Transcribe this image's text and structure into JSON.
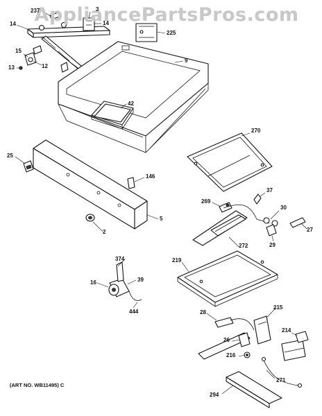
{
  "watermark": "AppliancePartsPros.com",
  "art_number": "(ART NO. WB11495) C",
  "callouts": {
    "c237": "237",
    "c3": "3",
    "c14a": "14",
    "c14b": "14",
    "c225": "225",
    "c15": "15",
    "c13": "13",
    "c12": "12",
    "c9": "9",
    "c42": "42",
    "c270": "270",
    "c25": "25",
    "c146": "146",
    "c37": "37",
    "c269": "269",
    "c30": "30",
    "c5": "5",
    "c2": "2",
    "c27": "27",
    "c29": "29",
    "c272": "272",
    "c374": "374",
    "c219": "219",
    "c16": "16",
    "c39": "39",
    "c444": "444",
    "c215": "215",
    "c28": "28",
    "c26": "26",
    "c214": "214",
    "c216": "216",
    "c271": "271",
    "c294": "294"
  }
}
